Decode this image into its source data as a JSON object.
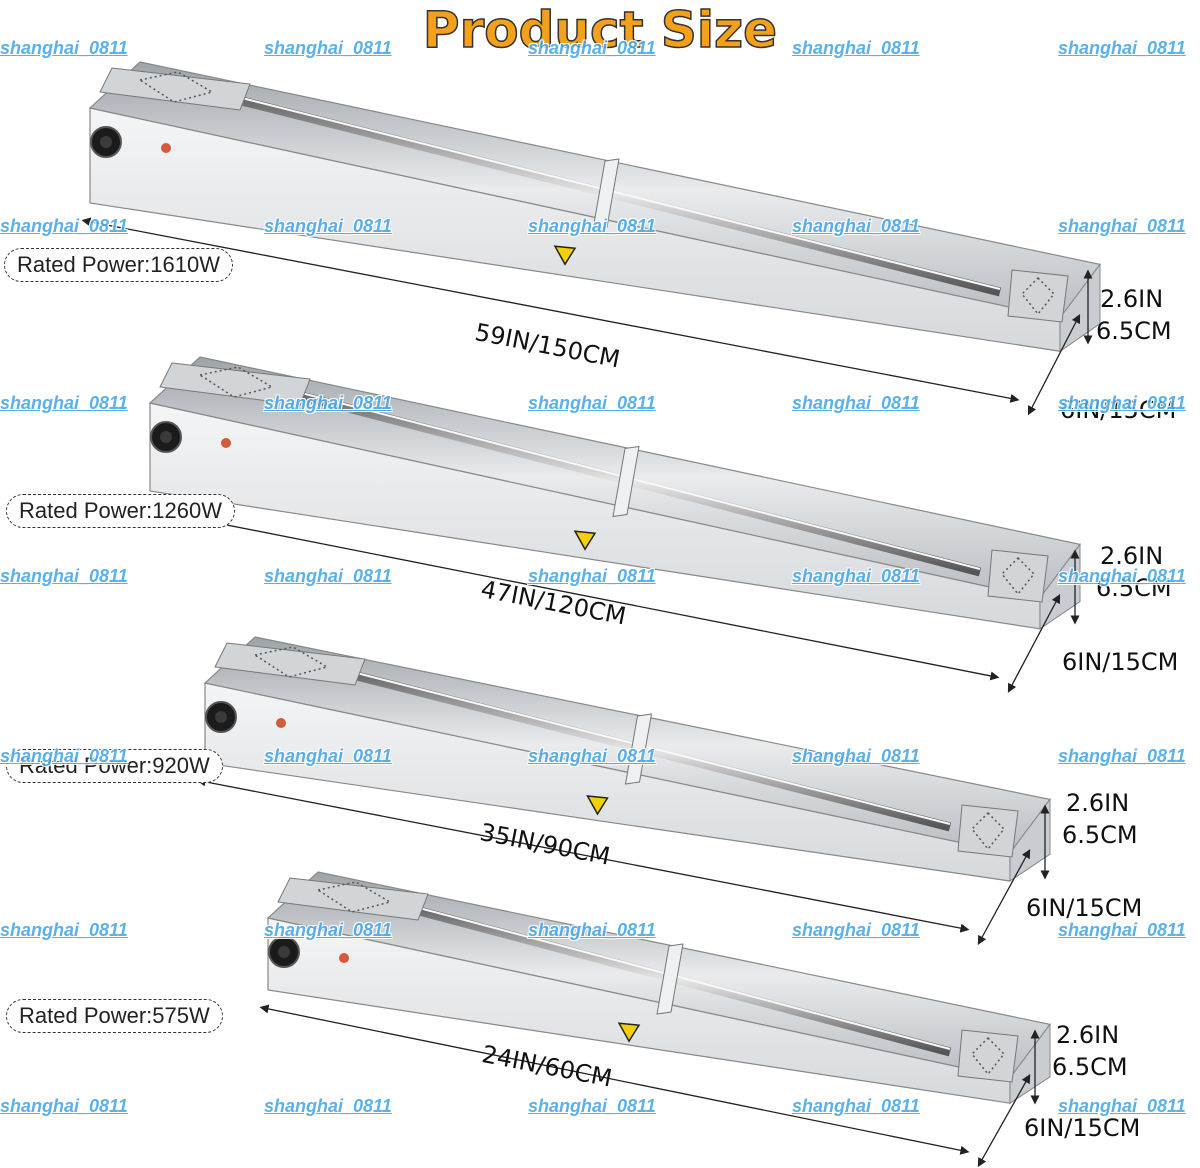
{
  "title": "Product Size",
  "watermark": "shanghai_0811",
  "colors": {
    "title_fill": "#f3a11a",
    "watermark": "#4aa9e8",
    "steel": "#dcdfe2"
  },
  "models": [
    {
      "power": "Rated Power:1610W",
      "length": "59IN/150CM",
      "height_in": "2.6IN",
      "height_cm": "6.5CM",
      "depth": "6IN/15CM"
    },
    {
      "power": "Rated Power:1260W",
      "length": "47IN/120CM",
      "height_in": "2.6IN",
      "height_cm": "6.5CM",
      "depth": "6IN/15CM"
    },
    {
      "power": "Rated Power:920W",
      "length": "35IN/90CM",
      "height_in": "2.6IN",
      "height_cm": "6.5CM",
      "depth": "6IN/15CM"
    },
    {
      "power": "Rated Power:575W",
      "length": "24IN/60CM",
      "height_in": "2.6IN",
      "height_cm": "6.5CM",
      "depth": "6IN/15CM"
    }
  ]
}
